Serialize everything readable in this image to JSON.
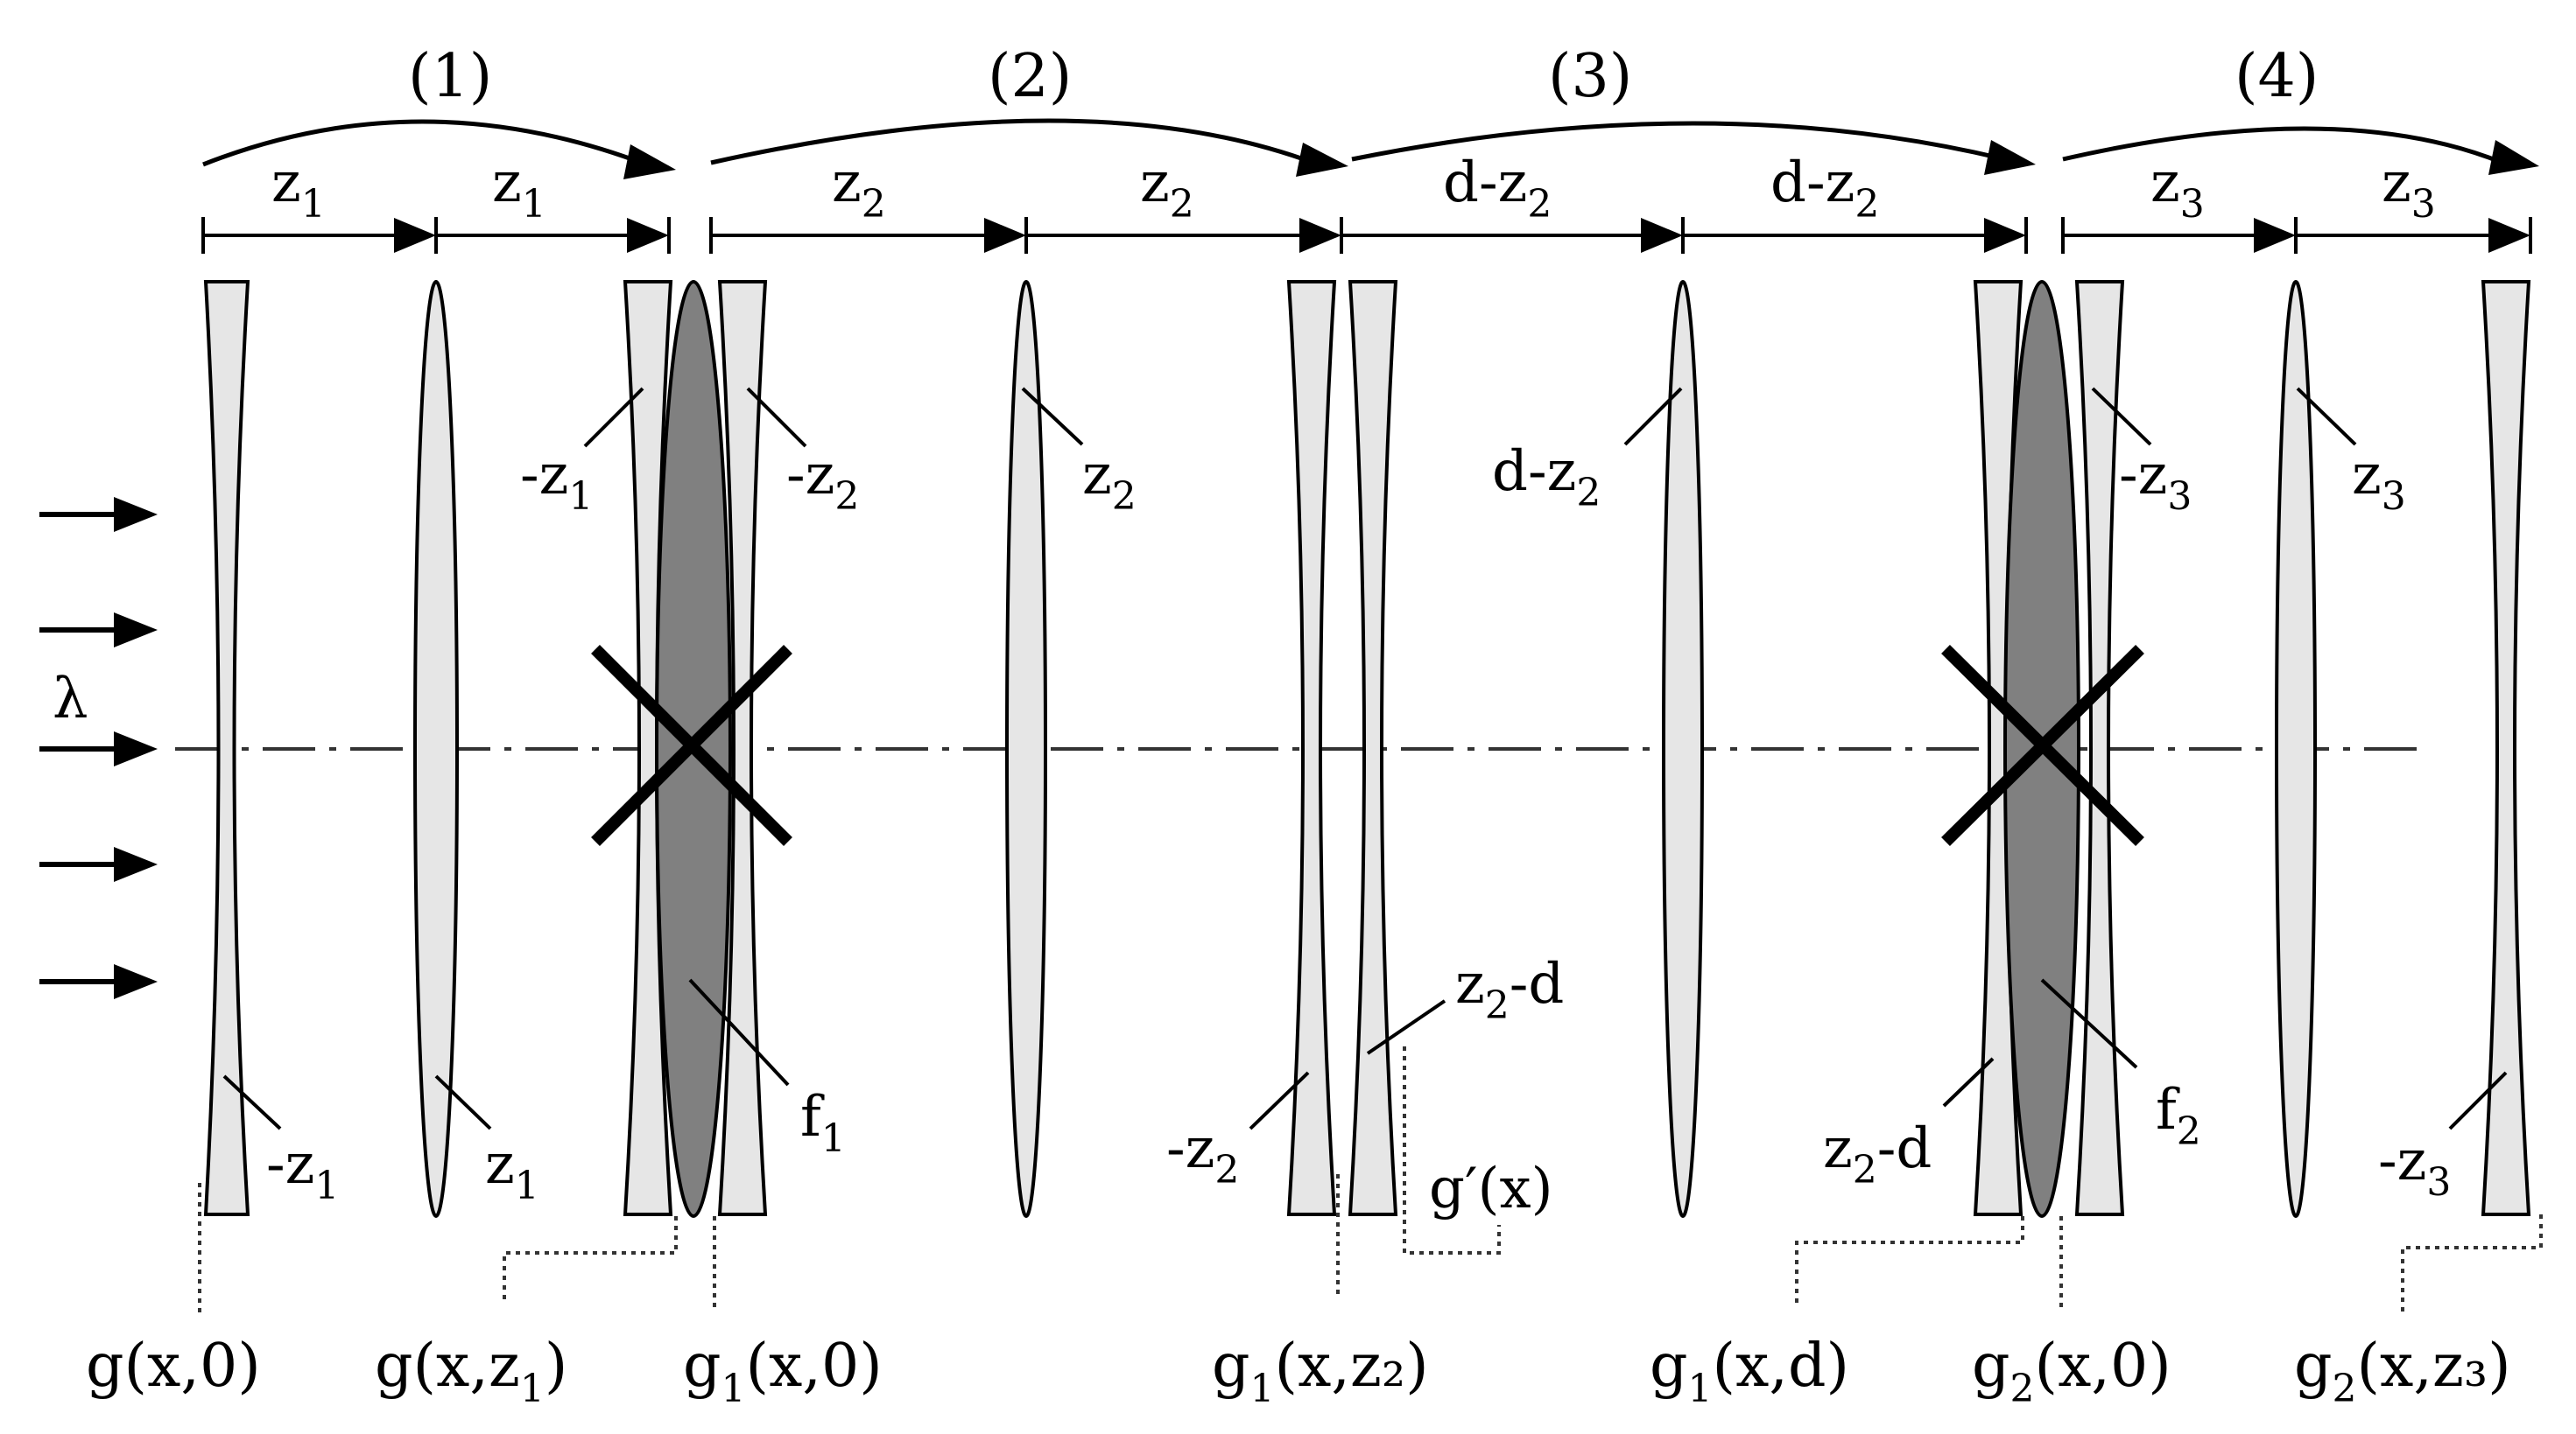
{
  "input": {
    "wavelength": "λ"
  },
  "stages": [
    "(1)",
    "(2)",
    "(3)",
    "(4)"
  ],
  "distances": [
    {
      "base": "z",
      "sub": "1",
      "post": ""
    },
    {
      "base": "z",
      "sub": "1",
      "post": ""
    },
    {
      "base": "z",
      "sub": "2",
      "post": ""
    },
    {
      "base": "z",
      "sub": "2",
      "post": ""
    },
    {
      "base": "d-z",
      "sub": "2",
      "post": ""
    },
    {
      "base": "d-z",
      "sub": "2",
      "post": ""
    },
    {
      "base": "z",
      "sub": "3",
      "post": ""
    },
    {
      "base": "z",
      "sub": "3",
      "post": ""
    }
  ],
  "lens_labels": [
    {
      "base": "-z",
      "sub": "1",
      "post": ""
    },
    {
      "base": "z",
      "sub": "1",
      "post": ""
    },
    {
      "base": "-z",
      "sub": "1",
      "post": ""
    },
    {
      "base": "-z",
      "sub": "2",
      "post": ""
    },
    {
      "base": "f",
      "sub": "1",
      "post": ""
    },
    {
      "base": "z",
      "sub": "2",
      "post": ""
    },
    {
      "base": "-z",
      "sub": "2",
      "post": ""
    },
    {
      "base": "z",
      "sub": "2",
      "post": "-d"
    },
    {
      "base": "d-z",
      "sub": "2",
      "post": ""
    },
    {
      "base": "z",
      "sub": "2",
      "post": "-d"
    },
    {
      "base": "-z",
      "sub": "3",
      "post": ""
    },
    {
      "base": "f",
      "sub": "2",
      "post": ""
    },
    {
      "base": "z",
      "sub": "3",
      "post": ""
    },
    {
      "base": "-z",
      "sub": "3",
      "post": ""
    }
  ],
  "aperture_label": "g′(x)",
  "planes": [
    {
      "base": "g(x,0)",
      "sub": "",
      "post": ""
    },
    {
      "base": "g(x,z",
      "sub": "1",
      "post": ")"
    },
    {
      "base": "g",
      "sub": "1",
      "post": "(x,0)"
    },
    {
      "base": "g",
      "sub": "1",
      "post": "(x,z₂)"
    },
    {
      "base": "g",
      "sub": "1",
      "post": "(x,d)"
    },
    {
      "base": "g",
      "sub": "2",
      "post": "(x,0)"
    },
    {
      "base": "g",
      "sub": "2",
      "post": "(x,z₃)"
    }
  ],
  "colors": {
    "lens_fill": "#e6e6e6",
    "focus_lens_fill": "#808080",
    "stroke": "#000000"
  }
}
